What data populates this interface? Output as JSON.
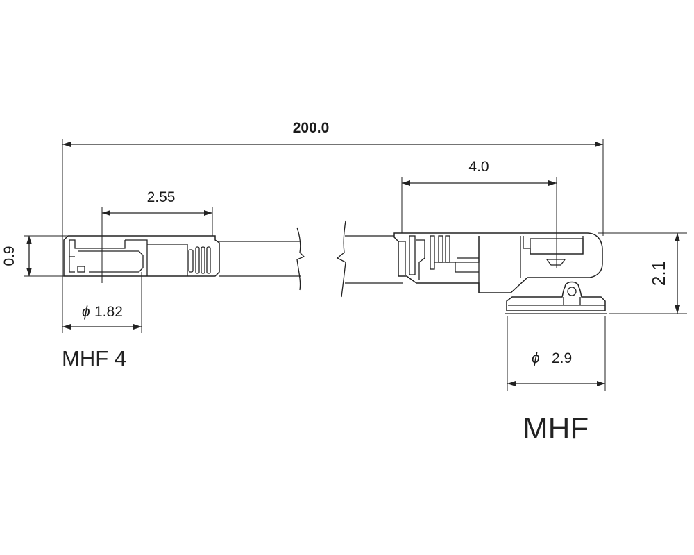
{
  "dimensions": {
    "overall_length": "200.0",
    "mhf4_pitch": "2.55",
    "mhf4_height": "0.9",
    "mhf4_diameter": "1.82",
    "mhf_pitch": "4.0",
    "mhf_height": "2.1",
    "mhf_diameter": "2.9"
  },
  "labels": {
    "left_connector": "MHF 4",
    "right_connector": "MHF"
  },
  "symbols": {
    "phi": "ϕ"
  },
  "colors": {
    "line": "#222222",
    "background": "#ffffff"
  }
}
